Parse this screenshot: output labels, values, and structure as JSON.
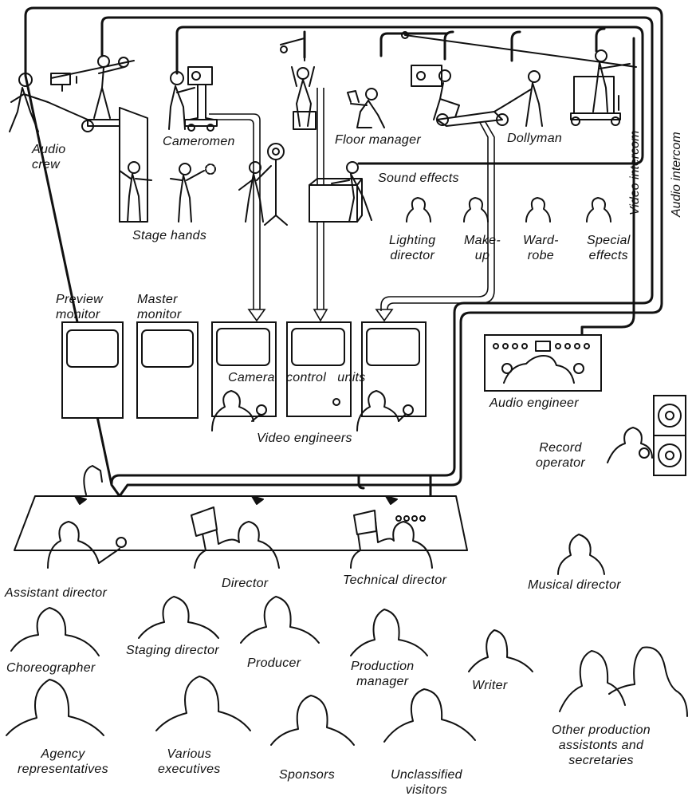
{
  "labels": {
    "audio_crew": [
      "Audio",
      "crew"
    ],
    "cameramen": "Cameromen",
    "stage_hands": "Stage hands",
    "floor_manager": "Floor manager",
    "dollyman": "Dollyman",
    "sound_effects": "Sound effects",
    "video_intercom": "Video   intercom",
    "audio_intercom": "Audio   intercom",
    "lighting_director": [
      "Lighting",
      "director"
    ],
    "make_up": [
      "Make-",
      "up"
    ],
    "wardrobe": [
      "Ward-",
      "robe"
    ],
    "special_effects": [
      "Special",
      "effects"
    ],
    "preview_monitor": [
      "Preview",
      "monitor"
    ],
    "master_monitor": [
      "Master",
      "monitor"
    ],
    "camera_control_units": "Camera   control   units",
    "video_engineers": "Video engineers",
    "audio_engineer": "Audio engineer",
    "record_operator": [
      "Record",
      "operator"
    ],
    "assistant_director": "Assistant director",
    "director": "Director",
    "technical_director": "Technical director",
    "musical_director": "Musical director",
    "choreographer": "Choreographer",
    "staging_director": "Staging director",
    "producer": "Producer",
    "production_manager": [
      "Production",
      "manager"
    ],
    "writer": "Writer",
    "agency_representatives": [
      "Agency",
      "representatives"
    ],
    "various_executives": [
      "Various",
      "executives"
    ],
    "sponsors": "Sponsors",
    "unclassified_visitors": [
      "Unclassified",
      "visitors"
    ],
    "other_production": [
      "Other production",
      "assistonts and",
      "secretaries"
    ]
  },
  "icons": [
    "person-icon",
    "camera-icon",
    "boom-microphone-icon",
    "monitor-icon",
    "console-icon",
    "turntable-icon",
    "light-stand-icon"
  ],
  "colors": {
    "ink": "#111111",
    "paper": "#ffffff"
  }
}
